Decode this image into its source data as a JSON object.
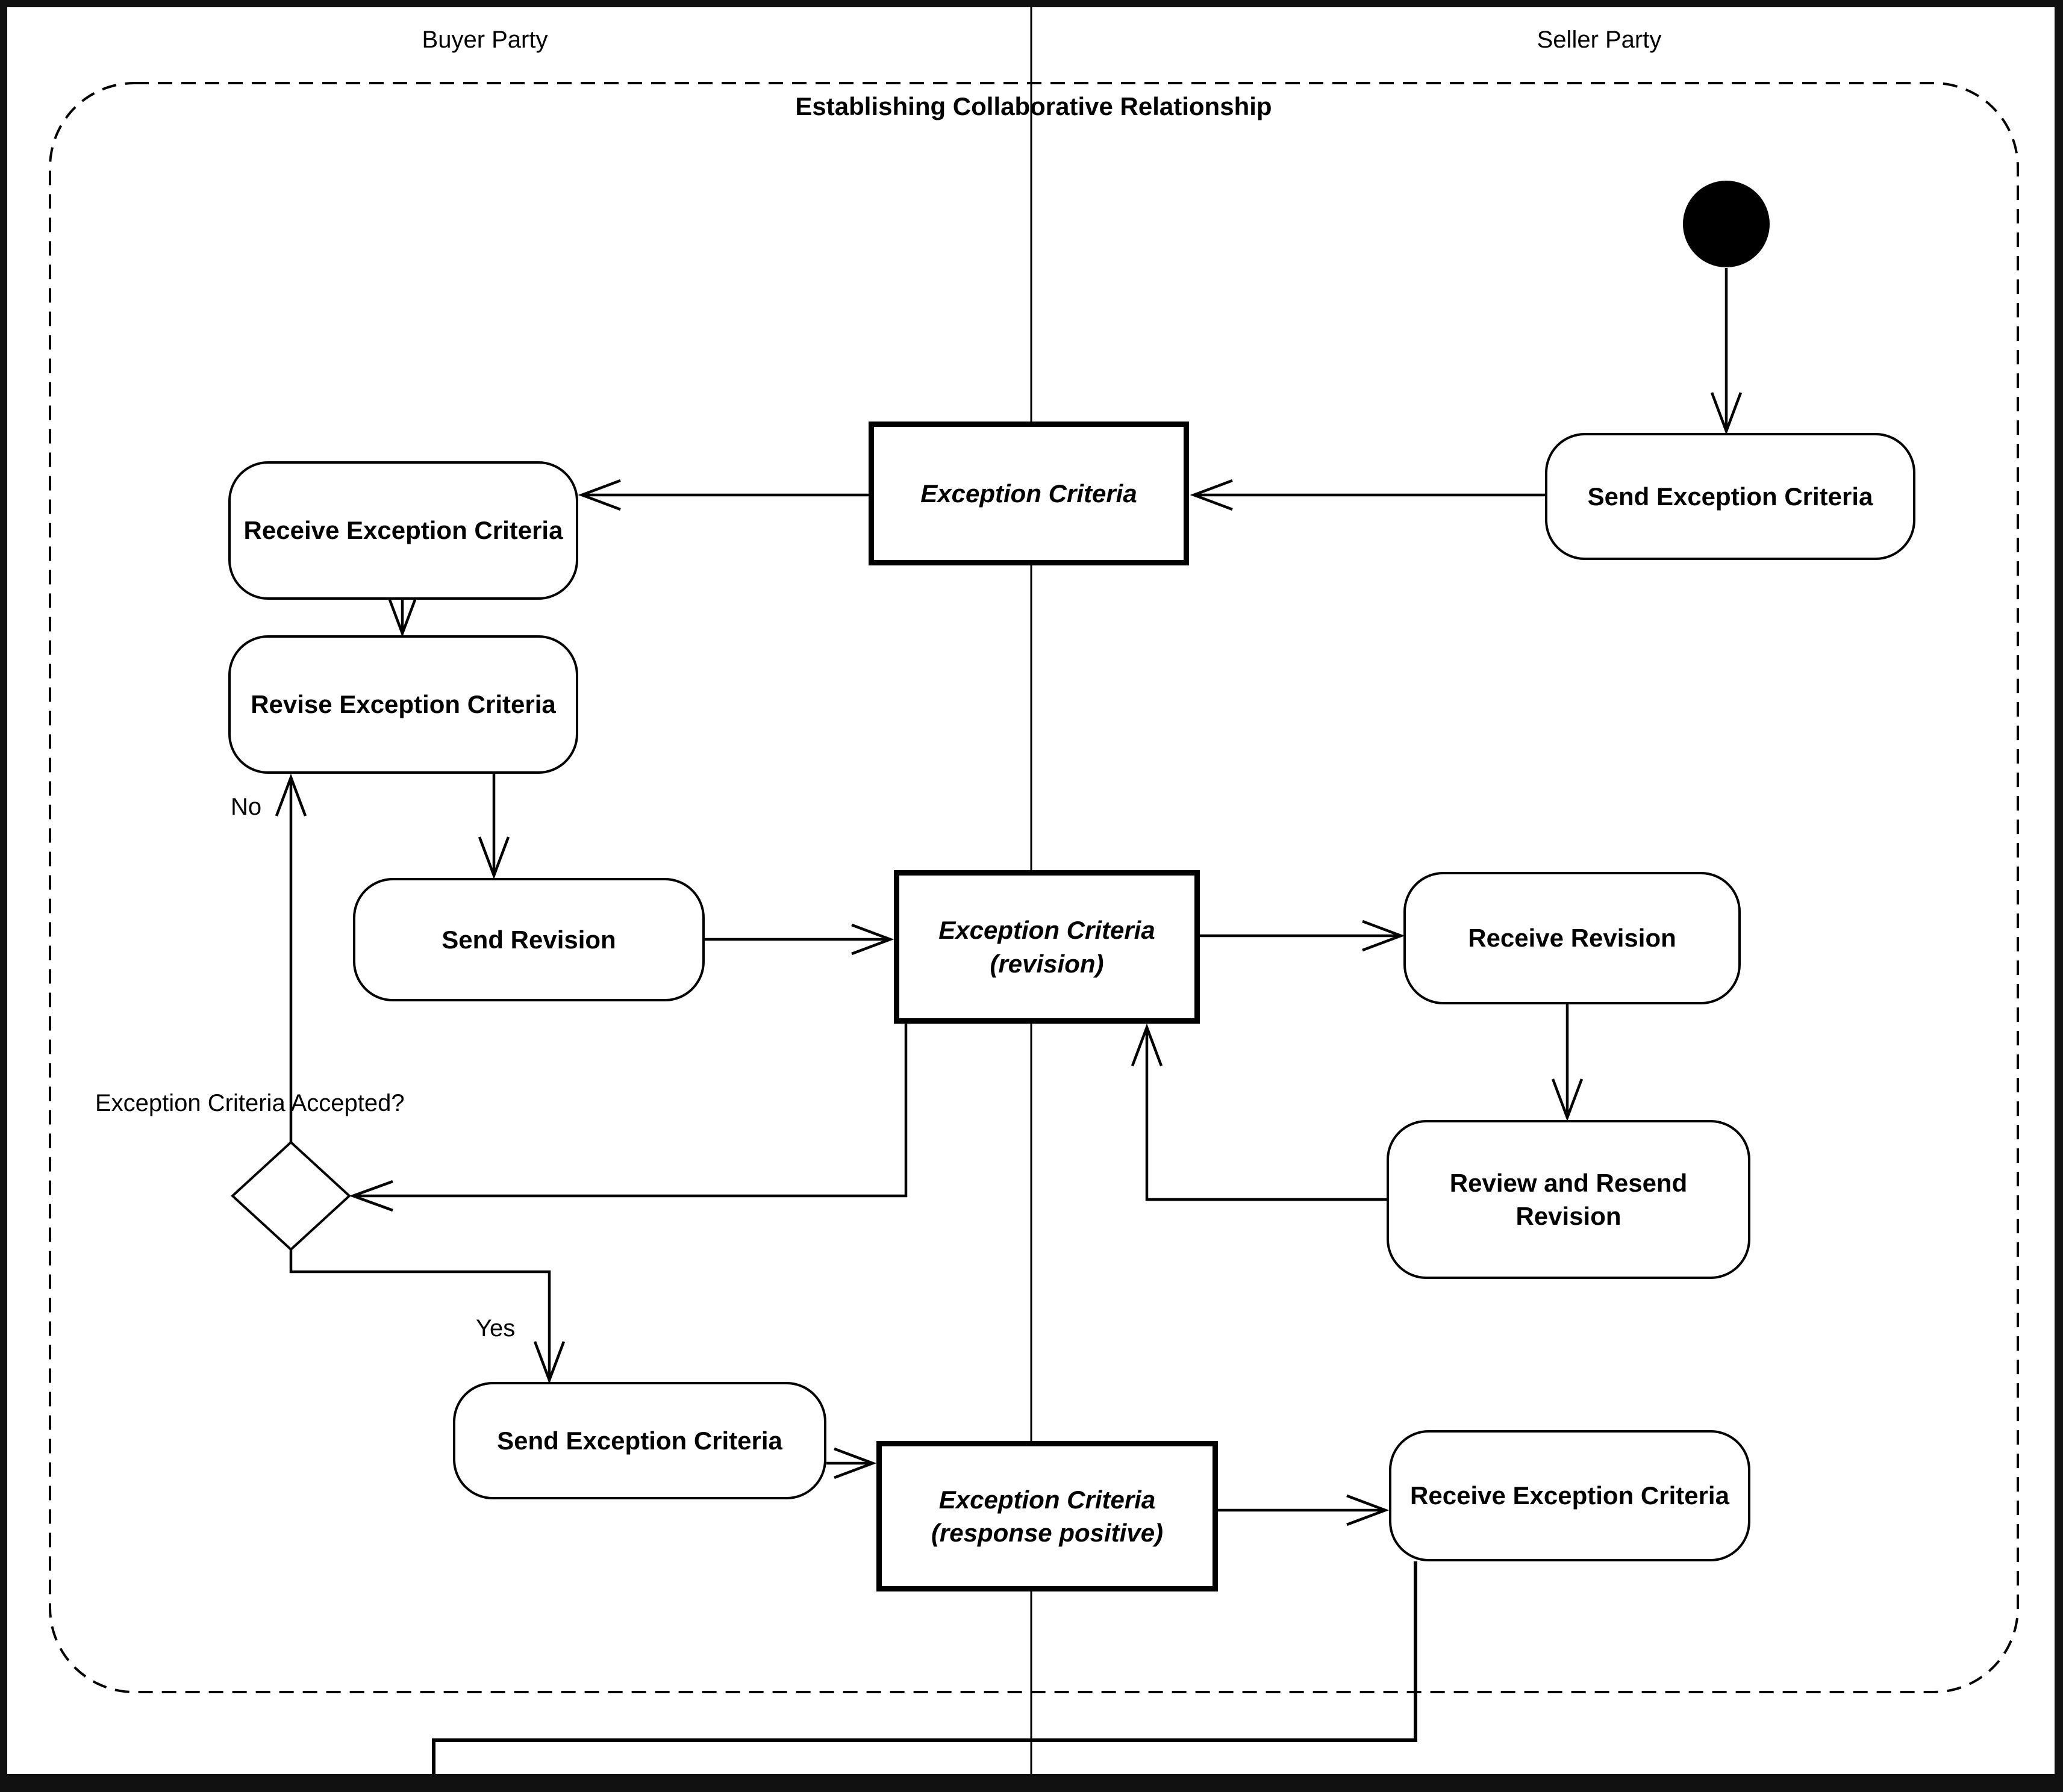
{
  "diagram": {
    "title": "Establishing Collaborative Relationship",
    "lanes": {
      "buyer": "Buyer Party",
      "seller": "Seller Party"
    },
    "decision": {
      "question": "Exception Criteria Accepted?",
      "no_label": "No",
      "yes_label": "Yes"
    },
    "nodes": {
      "receive_exception_criteria_buyer": "Receive Exception Criteria",
      "revise_exception_criteria": "Revise Exception Criteria",
      "send_revision": "Send Revision",
      "send_exception_criteria_buyer": "Send Exception Criteria",
      "exception_criteria": "Exception Criteria",
      "exception_criteria_revision": "Exception Criteria (revision)",
      "exception_criteria_response_positive": "Exception Criteria (response positive)",
      "send_exception_criteria_seller": "Send Exception Criteria",
      "receive_revision": "Receive Revision",
      "review_and_resend_revision": "Review and Resend Revision",
      "receive_exception_criteria_seller": "Receive Exception Criteria"
    },
    "colors": {
      "line": "#000000",
      "background": "#ffffff",
      "node_fill": "#ffffff",
      "initial_node": "#000000"
    }
  }
}
